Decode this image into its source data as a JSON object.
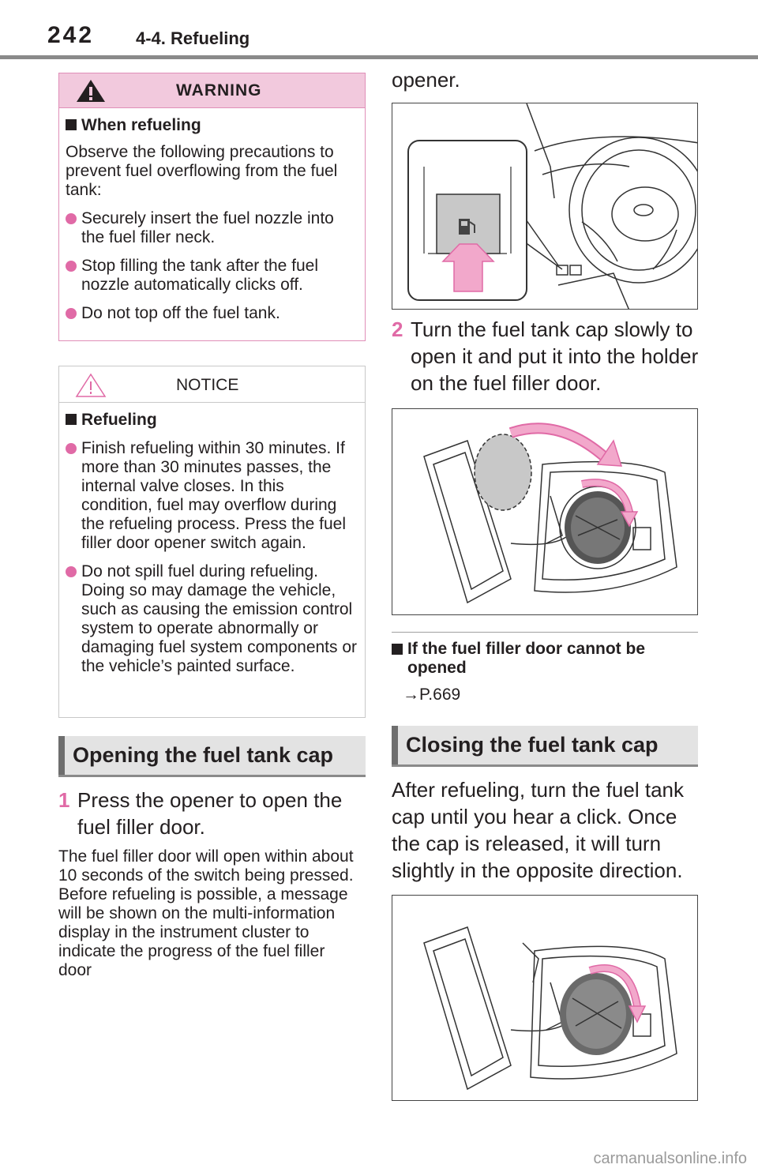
{
  "header": {
    "page_number": "242",
    "section": "4-4. Refueling"
  },
  "warning": {
    "label": "WARNING",
    "subhead": "When refueling",
    "intro": "Observe the following precautions to prevent fuel overflowing from the fuel tank:",
    "items": [
      "Securely insert the fuel nozzle into the fuel filler neck.",
      "Stop filling the tank after the fuel nozzle automatically clicks off.",
      "Do not top off the fuel tank."
    ]
  },
  "notice": {
    "label": "NOTICE",
    "subhead": "Refueling",
    "items": [
      "Finish refueling within 30 minutes. If more than 30 minutes passes, the internal valve closes. In this condition, fuel may overflow during the refueling process. Press the fuel filler door opener switch again.",
      "Do not spill fuel during refueling. Doing so may damage the vehicle, such as causing the emission control system to operate abnormally or damaging fuel system components or the vehicle’s painted surface."
    ]
  },
  "opening": {
    "heading": "Opening the fuel tank cap",
    "step1_num": "1",
    "step1_text": "Press the opener to open the fuel filler door.",
    "note": "The fuel filler door will open within about 10 seconds of the switch being pressed. Before refueling is possible, a message will be shown on the multi-information display in the instrument cluster to indicate the progress of the fuel filler door",
    "continued": "opener.",
    "step2_num": "2",
    "step2_text": "Turn the fuel tank cap slowly to open it and put it into the holder on the fuel filler door."
  },
  "cannot_open": {
    "subhead": "If the fuel filler door cannot be opened",
    "ref_arrow": "→",
    "ref": "P.669"
  },
  "closing": {
    "heading": "Closing the fuel tank cap",
    "text": "After refueling, turn the fuel tank cap until you hear a click. Once the cap is released, it will turn slightly in the opposite direction."
  },
  "footer": {
    "watermark": "carmanualsonline.info"
  },
  "colors": {
    "accent_pink": "#e06aa6",
    "warning_fill": "#f2c9dd",
    "heading_grey": "#e3e3e3"
  }
}
